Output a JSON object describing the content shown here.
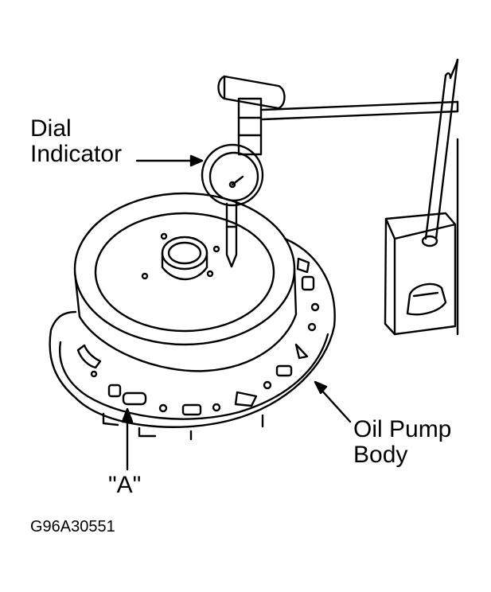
{
  "labels": {
    "dial_indicator": {
      "line1": "Dial",
      "line2": "Indicator"
    },
    "oil_pump_body": {
      "line1": "Oil Pump",
      "line2": "Body"
    },
    "point_a": "\"A\"",
    "figure_code": "G96A30551"
  },
  "colors": {
    "ink": "#000000",
    "paper": "#ffffff"
  }
}
